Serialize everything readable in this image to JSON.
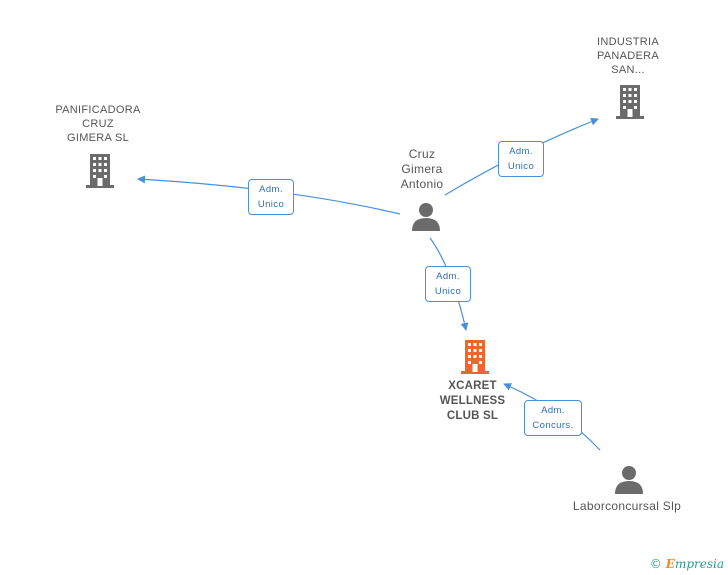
{
  "nodes": {
    "panificadora": {
      "lines": [
        "PANIFICADORA",
        "CRUZ",
        "GIMERA  SL"
      ]
    },
    "industria": {
      "lines": [
        "INDUSTRIA",
        "PANADERA",
        "SAN..."
      ]
    },
    "cruz": {
      "lines": [
        "Cruz",
        "Gimera",
        "Antonio"
      ]
    },
    "xcaret": {
      "lines": [
        "XCARET",
        "WELLNESS",
        "CLUB SL"
      ]
    },
    "labor": {
      "lines": [
        "Laborconcursal Slp"
      ]
    }
  },
  "edges": {
    "to_panificadora": {
      "lines": [
        "Adm.",
        "Unico"
      ]
    },
    "to_industria": {
      "lines": [
        "Adm.",
        "Unico"
      ]
    },
    "to_xcaret": {
      "lines": [
        "Adm.",
        "Unico"
      ]
    },
    "labor_to_xcaret": {
      "lines": [
        "Adm.",
        "Concurs."
      ]
    }
  },
  "footer": {
    "copyright": "©",
    "brand_first": "E",
    "brand_rest": "mpresia"
  },
  "colors": {
    "edge": "#4a90d9",
    "building": "#6b6b6b",
    "main_building": "#f0652f",
    "person": "#6b6b6b"
  }
}
